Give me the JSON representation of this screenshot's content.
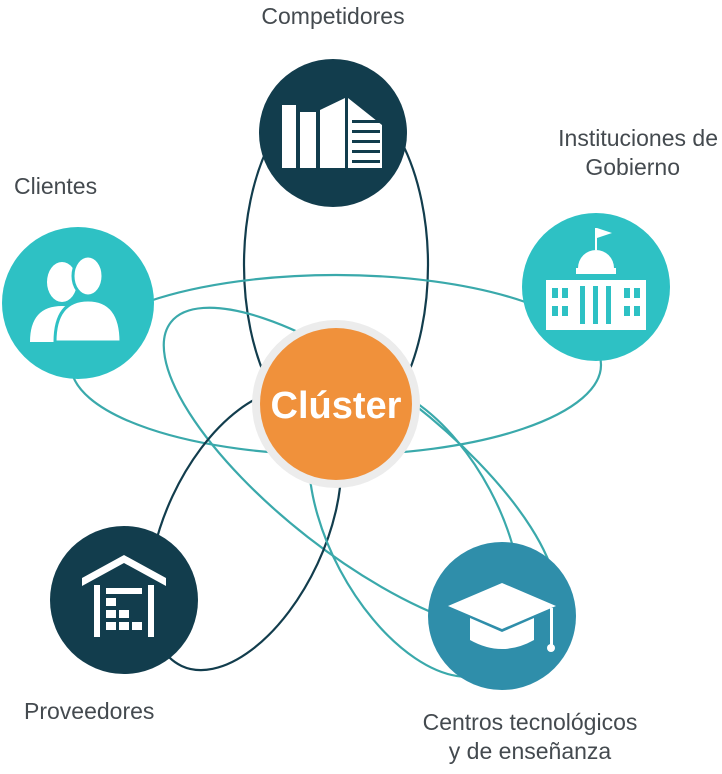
{
  "center": {
    "label": "Clúster",
    "color": "#f0913b",
    "ring": "#ececec"
  },
  "nodes": [
    {
      "id": "competidores",
      "label": "Competidores",
      "icon": "office-building-icon",
      "color": "#123d4d"
    },
    {
      "id": "gobierno",
      "label_line1": "Instituciones de",
      "label_line2": "Gobierno",
      "icon": "government-building-icon",
      "color": "#2ec1c4"
    },
    {
      "id": "clientes",
      "label": "Clientes",
      "icon": "users-icon",
      "color": "#2ec1c4"
    },
    {
      "id": "proveedores",
      "label": "Proveedores",
      "icon": "warehouse-icon",
      "color": "#123d4d"
    },
    {
      "id": "centros",
      "label_line1": "Centros tecnológicos",
      "label_line2": "y de enseñanza",
      "icon": "graduation-cap-icon",
      "color": "#2f8eaa"
    }
  ],
  "line_colors": {
    "dark": "#123d4d",
    "teal": "#3aa9ab"
  }
}
